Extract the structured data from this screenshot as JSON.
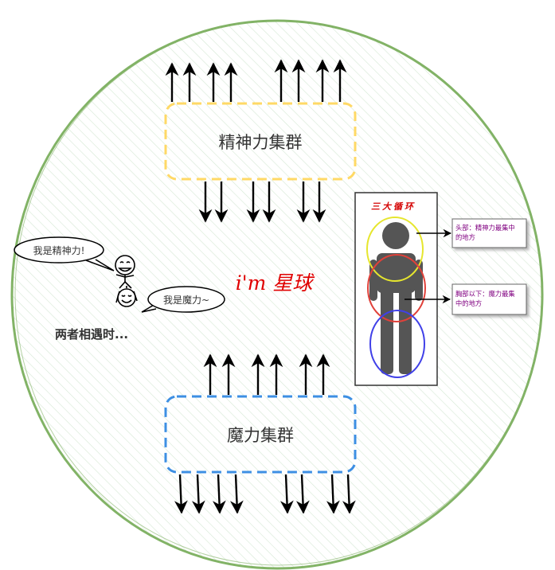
{
  "colors": {
    "planet_stroke": "#82b366",
    "planet_hatch": "#d5e8d4",
    "spirit_border": "#ffd966",
    "magic_border": "#3d8fe3",
    "planet_title": "#e00000",
    "legend_title": "#d40000",
    "note_text": "#800080",
    "ring_yellow": "#e6e62e",
    "ring_red": "#e0413a",
    "ring_blue": "#4040e8",
    "arrow": "#000000"
  },
  "diagram": {
    "planet_title": "i'm 星球",
    "spirit_cluster": {
      "label": "精神力集群"
    },
    "magic_cluster": {
      "label": "魔力集群"
    },
    "speech_spirit": "我是精神力!",
    "speech_magic": "我是魔力~",
    "meeting_caption": "两者相遇时...",
    "legend": {
      "title": "三大循环",
      "note_head": {
        "line1": "头部：精神力最集中",
        "line2": "的地方"
      },
      "note_chest": {
        "line1": "胸部以下：魔力最集",
        "line2": "中的地方"
      }
    }
  }
}
